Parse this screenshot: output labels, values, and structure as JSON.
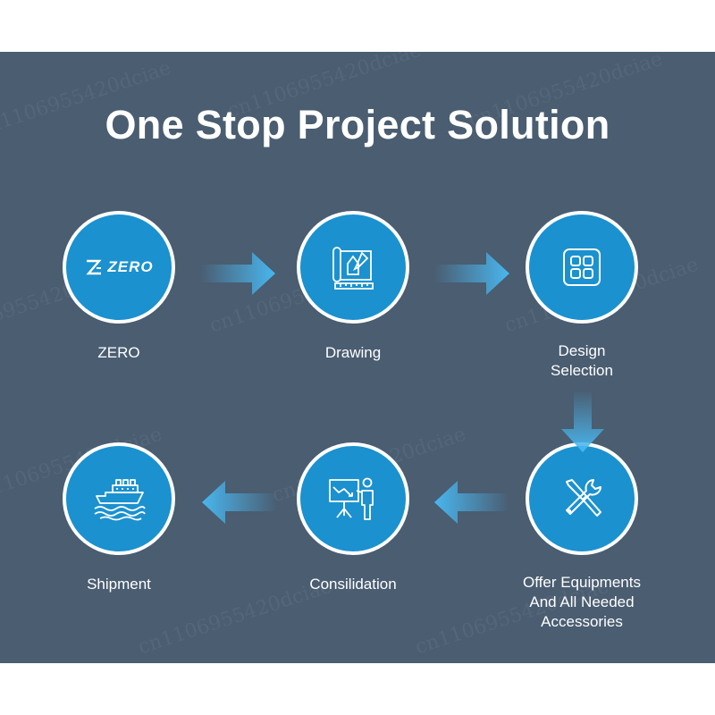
{
  "title": "One Stop Project Solution",
  "watermark": "cn1106955420dciae",
  "colors": {
    "background": "#4a5d71",
    "circle": "#1b91cf",
    "arrow": "#49b6ee",
    "text": "#ffffff"
  },
  "steps": [
    {
      "label": "ZERO",
      "icon": "zero-logo-icon",
      "logo_text": "ZERO"
    },
    {
      "label": "Drawing",
      "icon": "blueprint-drawing-icon"
    },
    {
      "label": "Design\nSelection",
      "icon": "grid-selection-icon"
    },
    {
      "label": "Offer Equipments\nAnd All Needed\nAccessories",
      "icon": "tools-icon"
    },
    {
      "label": "Consilidation",
      "icon": "presentation-board-icon"
    },
    {
      "label": "Shipment",
      "icon": "ship-icon"
    }
  ]
}
